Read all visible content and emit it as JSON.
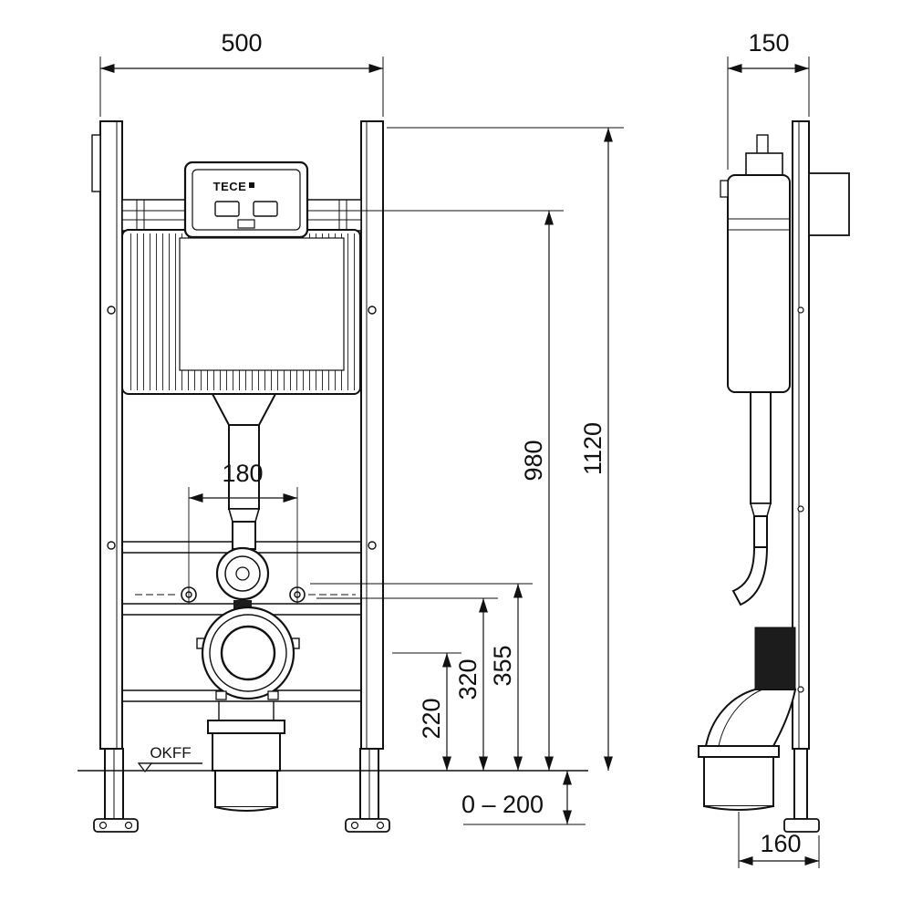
{
  "brand": "TECE",
  "floor_label": "OKFF",
  "dims": {
    "front_width": "500",
    "side_depth": "150",
    "total_height": "1120",
    "cistern_top": "980",
    "stud_spacing": "180",
    "h355": "355",
    "h320": "320",
    "h220": "220",
    "floor_adjust": "0 – 200",
    "outlet_offset": "160"
  },
  "colors": {
    "line": "#111111",
    "dark_fill": "#1c1c1c",
    "background": "#ffffff"
  }
}
